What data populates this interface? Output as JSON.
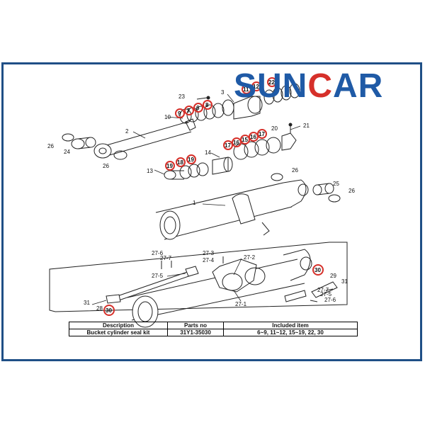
{
  "brand": {
    "parts": [
      "SUN",
      "C",
      "AR"
    ],
    "primary_color": "#1f5aa6",
    "accent_color": "#d6302a"
  },
  "frame_color": "#1f4f86",
  "highlight_color": "#d6302a",
  "callouts_plain": [
    "1",
    "2",
    "3",
    "13",
    "14",
    "20",
    "21",
    "23",
    "24",
    "25",
    "26",
    "26",
    "26",
    "26",
    "26",
    "27-1",
    "27-2",
    "27-3",
    "27-4",
    "27-5",
    "27-5",
    "27-6",
    "27-6",
    "27-7",
    "27-7",
    "28",
    "29",
    "31",
    "31",
    "10"
  ],
  "callouts_circled": [
    "9",
    "7",
    "6",
    "8",
    "19",
    "18",
    "19",
    "17",
    "16",
    "15",
    "16",
    "17",
    "30",
    "30",
    "11",
    "12",
    "22"
  ],
  "table": {
    "headers": [
      "Description",
      "Parts no",
      "Included item"
    ],
    "rows": [
      [
        "Bucket cylinder seal kit",
        "31Y1-35030",
        "6~9, 11~12, 15~19, 22, 30"
      ]
    ]
  }
}
